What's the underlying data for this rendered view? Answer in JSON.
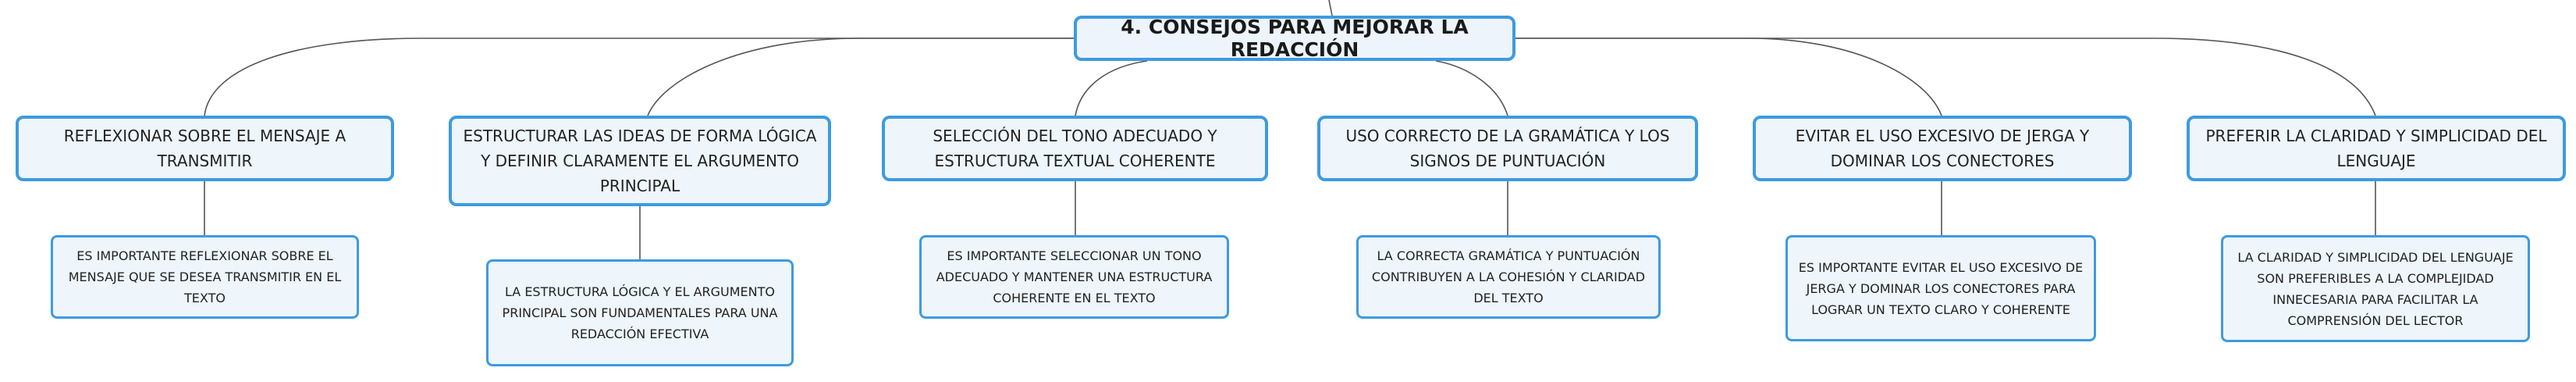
{
  "title": "4. CONSEJOS PARA MEJORAR LA REDACCIÓN",
  "branches": [
    {
      "label": "REFLEXIONAR SOBRE EL MENSAJE A TRANSMITIR",
      "detail": "ES IMPORTANTE REFLEXIONAR SOBRE EL MENSAJE QUE SE DESEA TRANSMITIR EN EL TEXTO"
    },
    {
      "label": "ESTRUCTURAR LAS IDEAS DE FORMA LÓGICA Y DEFINIR CLARAMENTE EL ARGUMENTO PRINCIPAL",
      "detail": "LA ESTRUCTURA LÓGICA Y EL ARGUMENTO PRINCIPAL SON FUNDAMENTALES PARA UNA REDACCIÓN EFECTIVA"
    },
    {
      "label": "SELECCIÓN DEL TONO ADECUADO Y ESTRUCTURA TEXTUAL COHERENTE",
      "detail": "ES IMPORTANTE SELECCIONAR UN TONO ADECUADO Y MANTENER UNA ESTRUCTURA COHERENTE EN EL TEXTO"
    },
    {
      "label": "USO CORRECTO DE LA GRAMÁTICA Y LOS SIGNOS DE PUNTUACIÓN",
      "detail": "LA CORRECTA GRAMÁTICA Y PUNTUACIÓN CONTRIBUYEN A LA COHESIÓN Y CLARIDAD DEL TEXTO"
    },
    {
      "label": "EVITAR EL USO EXCESIVO DE JERGA Y DOMINAR LOS CONECTORES",
      "detail": "ES IMPORTANTE EVITAR EL USO EXCESIVO DE JERGA Y DOMINAR LOS CONECTORES PARA LOGRAR UN TEXTO CLARO Y COHERENTE"
    },
    {
      "label": "PREFERIR LA CLARIDAD Y SIMPLICIDAD DEL LENGUAJE",
      "detail": "LA CLARIDAD Y SIMPLICIDAD DEL LENGUAJE SON PREFERIBLES A LA COMPLEJIDAD INNECESARIA PARA FACILITAR LA COMPRENSIÓN DEL LECTOR"
    }
  ],
  "colors": {
    "border": "#3d9be0",
    "fill": "#eef5fb",
    "connector": "#555555"
  }
}
